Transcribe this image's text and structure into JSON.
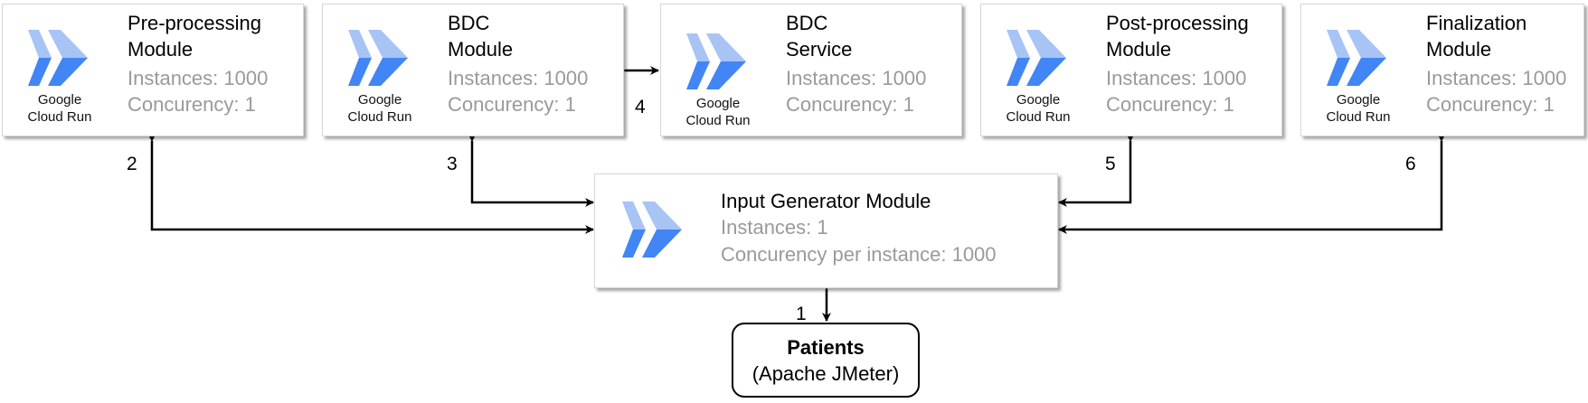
{
  "modules": [
    {
      "id": "pre",
      "name": "Pre-processing\nModule",
      "logo": "Google\nCloud Run",
      "instances": "Instances: 1000",
      "concurrency": "Concurency: 1"
    },
    {
      "id": "bdc-module",
      "name": "BDC\nModule",
      "logo": "Google\nCloud Run",
      "instances": "Instances: 1000",
      "concurrency": "Concurency: 1"
    },
    {
      "id": "bdc-service",
      "name": "BDC\nService",
      "logo": "Google\nCloud Run",
      "instances": "Instances: 1000",
      "concurrency": "Concurency: 1"
    },
    {
      "id": "post",
      "name": "Post-processing\nModule",
      "logo": "Google\nCloud Run",
      "instances": "Instances: 1000",
      "concurrency": "Concurency: 1"
    },
    {
      "id": "final",
      "name": "Finalization\nModule",
      "logo": "Google\nCloud Run",
      "instances": "Instances: 1000",
      "concurrency": "Concurency: 1"
    }
  ],
  "input_generator": {
    "name": "Input Generator Module",
    "instances": "Instances: 1",
    "concurrency": "Concurency per instance: 1000"
  },
  "patients": {
    "title": "Patients",
    "subtitle": "(Apache JMeter)"
  },
  "step_labels": {
    "s1": "1",
    "s2": "2",
    "s3": "3",
    "s4": "4",
    "s5": "5",
    "s6": "6"
  },
  "colors": {
    "logo_light": "#a7c4f5",
    "logo_dark": "#4285f4",
    "meta_text": "#9a9a9a"
  }
}
